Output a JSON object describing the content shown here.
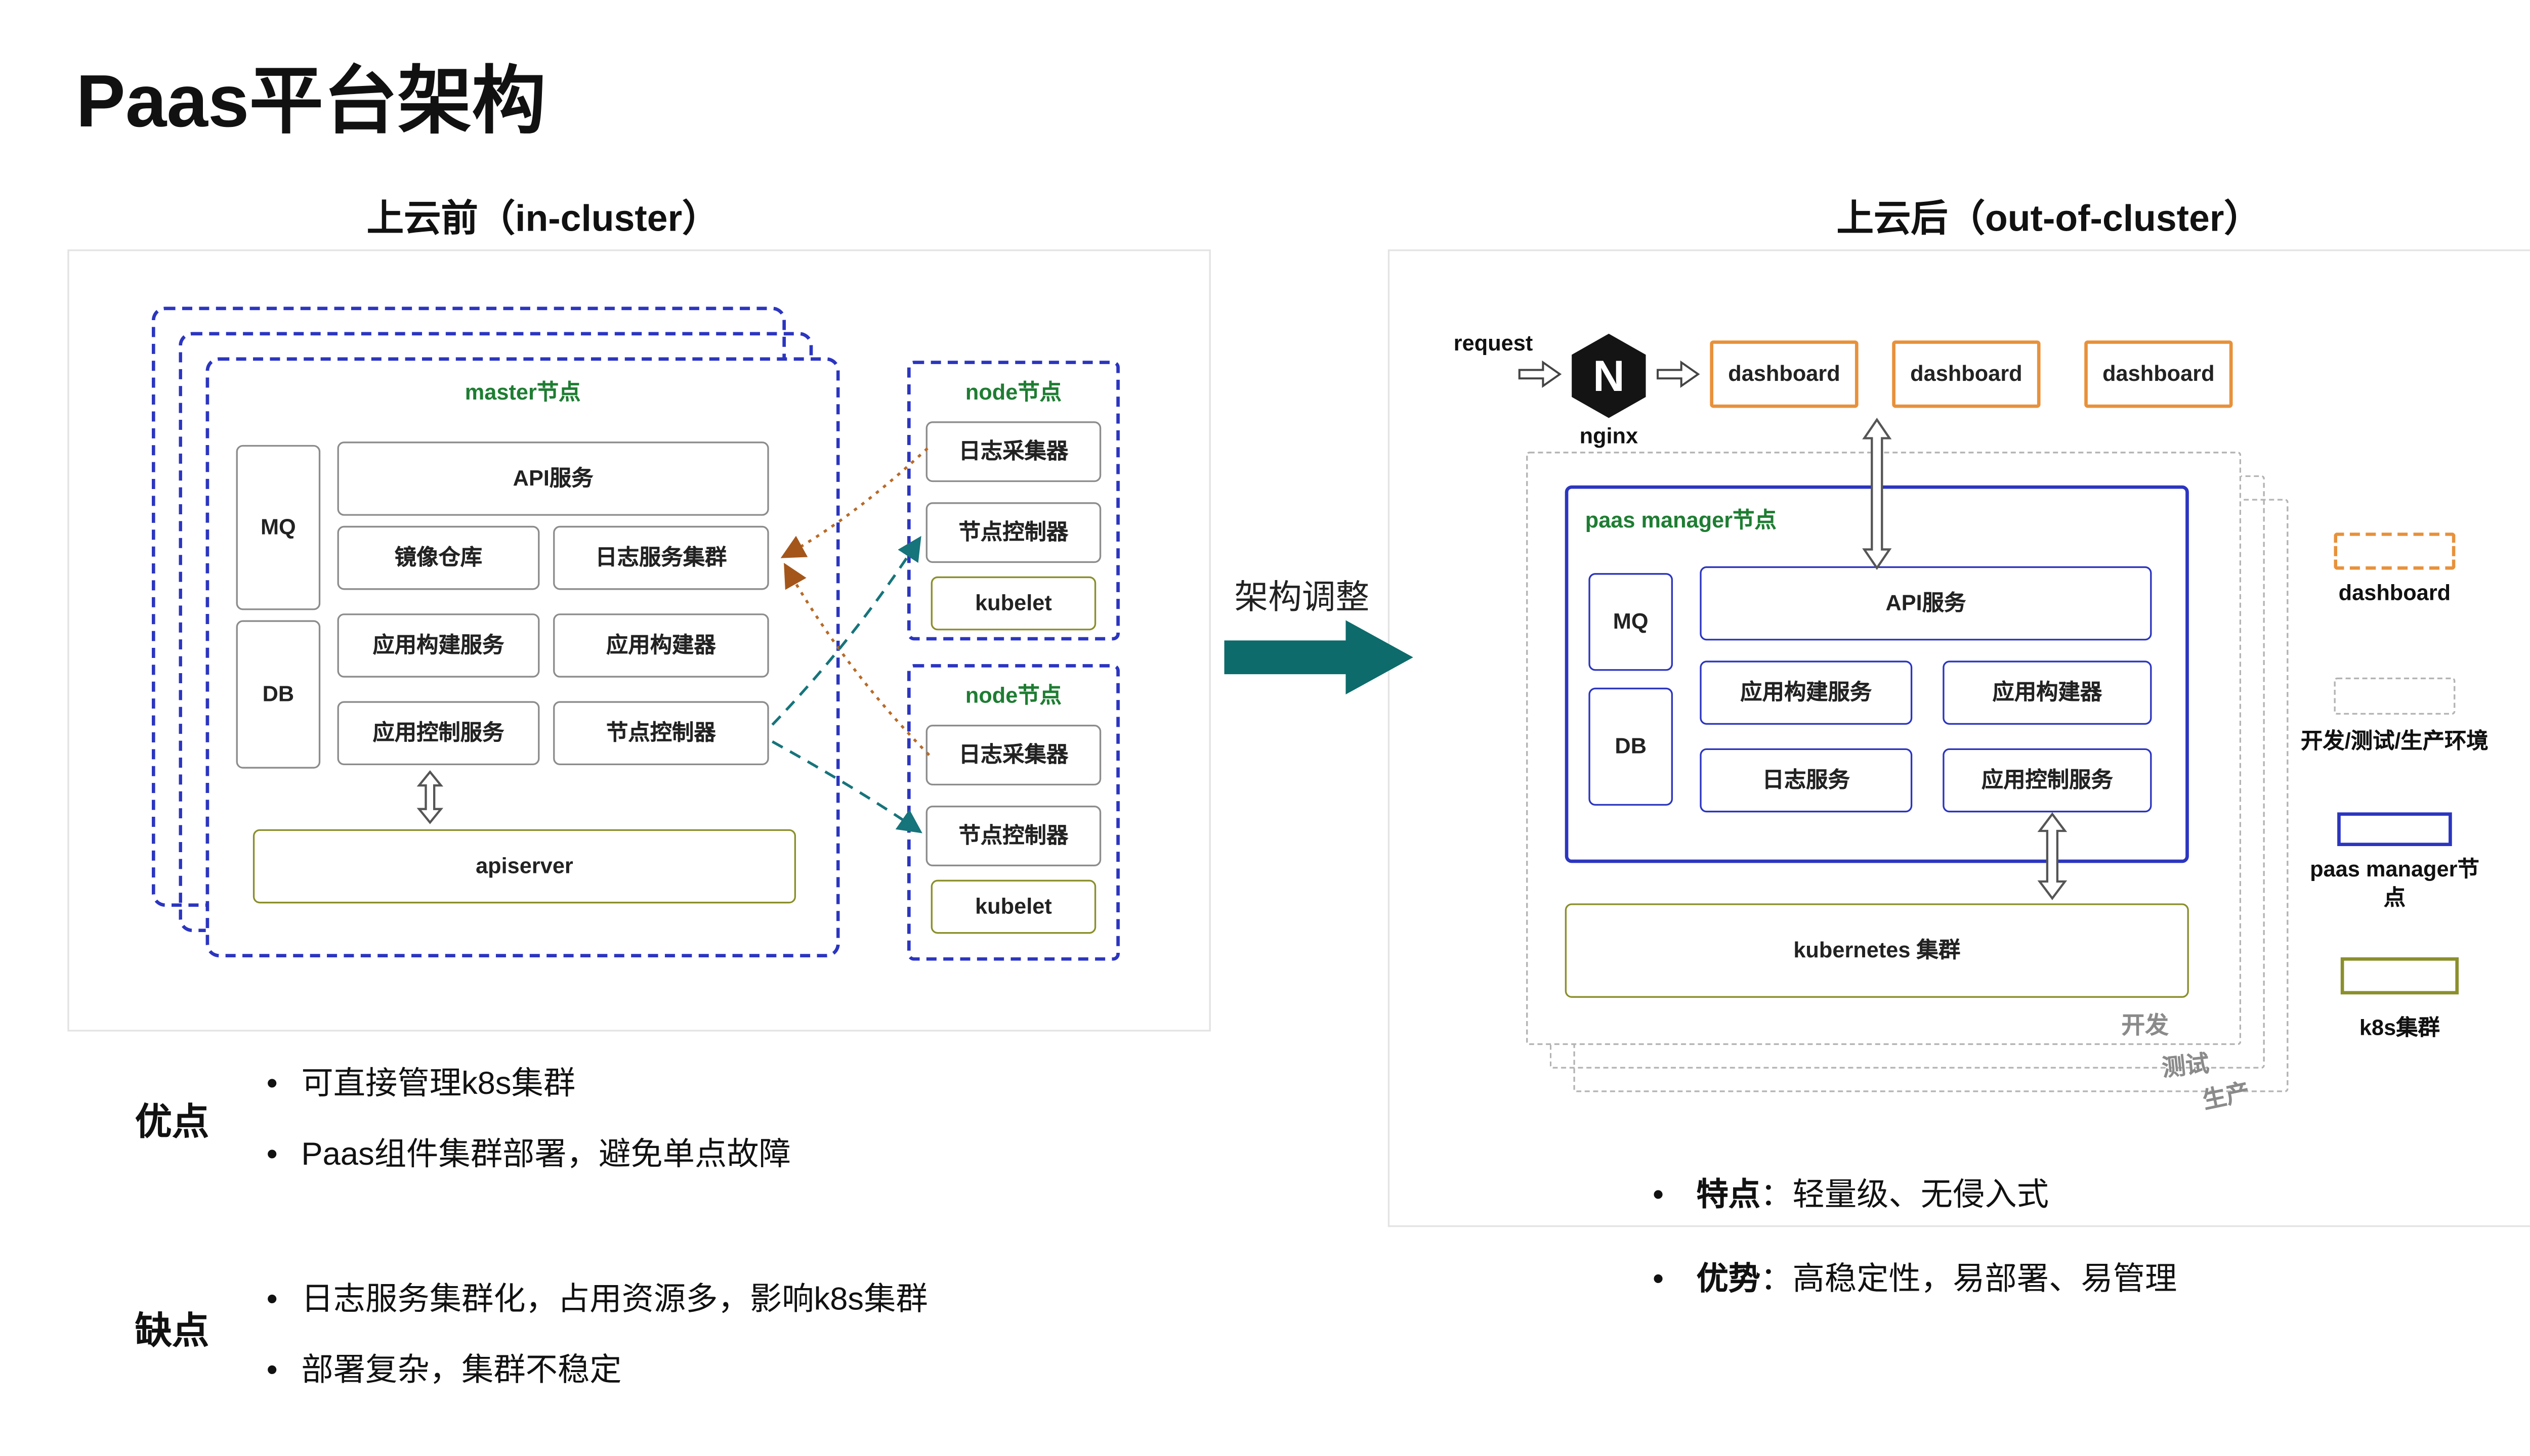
{
  "title": "Paas平台架构",
  "colors": {
    "blue": "#2b35c0",
    "green": "#1e7d32",
    "olive": "#8a8f2a",
    "orange": "#e8913a",
    "teal": "#0d6b6b"
  },
  "left": {
    "heading": "上云前（in-cluster）",
    "master": {
      "label": "master节点",
      "mq": "MQ",
      "db": "DB",
      "api": "API服务",
      "registry": "镜像仓库",
      "log_cluster": "日志服务集群",
      "build_service": "应用构建服务",
      "builder": "应用构建器",
      "control_service": "应用控制服务",
      "node_controller": "节点控制器",
      "apiserver": "apiserver"
    },
    "nodes": [
      {
        "label": "node节点",
        "collector": "日志采集器",
        "controller": "节点控制器",
        "kubelet": "kubelet"
      },
      {
        "label": "node节点",
        "collector": "日志采集器",
        "controller": "节点控制器",
        "kubelet": "kubelet"
      }
    ]
  },
  "middle": {
    "label": "架构调整"
  },
  "right": {
    "heading": "上云后（out-of-cluster）",
    "request": "request",
    "nginx_letter": "N",
    "nginx_label": "nginx",
    "dashboards": [
      "dashboard",
      "dashboard",
      "dashboard"
    ],
    "manager": {
      "label": "paas manager节点",
      "mq": "MQ",
      "db": "DB",
      "api": "API服务",
      "build_service": "应用构建服务",
      "builder": "应用构建器",
      "log_service": "日志服务",
      "control_service": "应用控制服务"
    },
    "k8s": "kubernetes 集群",
    "env_labels": [
      "开发",
      "测试",
      "生产"
    ],
    "legend": [
      {
        "label": "dashboard"
      },
      {
        "label": "开发/测试/生产环境"
      },
      {
        "label": "paas manager节点"
      },
      {
        "label": "k8s集群"
      }
    ]
  },
  "notes": {
    "pros_title": "优点",
    "pros": [
      "可直接管理k8s集群",
      "Paas组件集群部署，避免单点故障"
    ],
    "cons_title": "缺点",
    "cons": [
      "日志服务集群化，占用资源多，影响k8s集群",
      "部署复杂，集群不稳定"
    ],
    "feature_label": "特点",
    "feature_text": "：轻量级、无侵入式",
    "advantage_label": "优势",
    "advantage_text": "：高稳定性，易部署、易管理"
  }
}
